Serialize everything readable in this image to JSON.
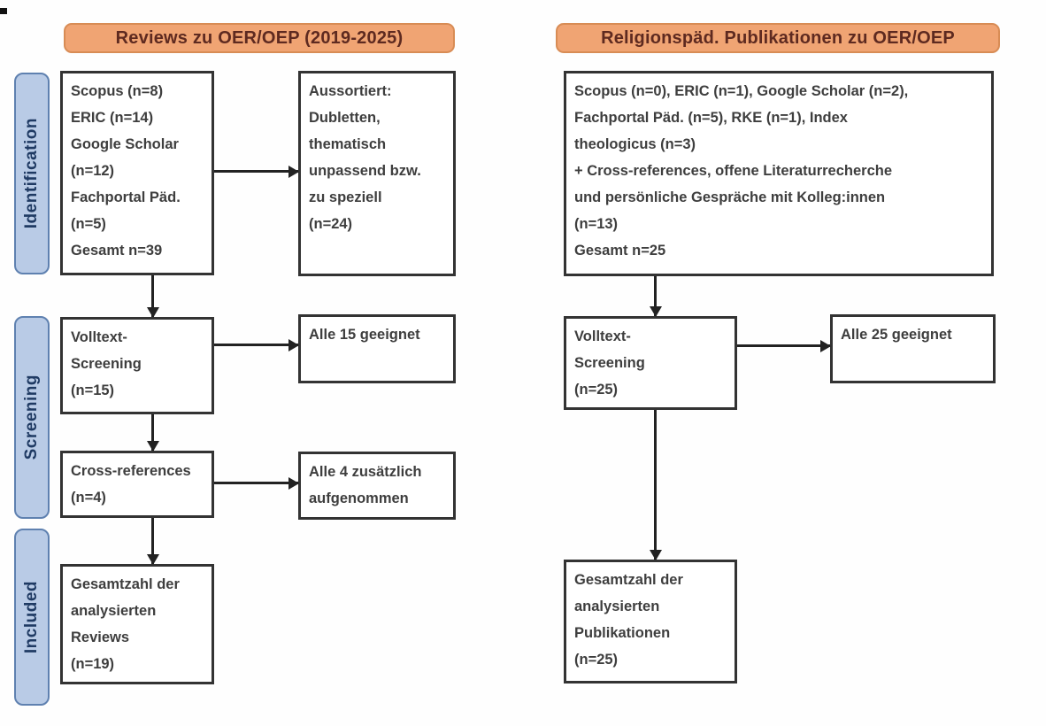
{
  "figure": {
    "type": "flow-diagram",
    "columns": [
      {
        "header": "Reviews zu OER/OEP (2019-2025)",
        "boxes": {
          "sources": "Scopus (n=8)\nERIC (n=14)\nGoogle Scholar\n(n=12)\nFachportal Päd.\n(n=5)\nGesamt n=39",
          "excluded": "Aussortiert:\nDubletten,\nthematisch\nunpassend bzw.\nzu speziell\n(n=24)",
          "fulltext_screening": "Volltext-\nScreening\n(n=15)",
          "fulltext_result": "Alle 15 geeignet",
          "cross_references": "Cross-references\n(n=4)",
          "cross_references_result": "Alle 4 zusätzlich\naufgenommen",
          "included_total": "Gesamtzahl der\nanalysierten\nReviews\n(n=19)"
        }
      },
      {
        "header": "Religionspäd. Publikationen zu OER/OEP",
        "boxes": {
          "sources": "Scopus (n=0), ERIC (n=1), Google Scholar (n=2),\nFachportal Päd. (n=5), RKE (n=1), Index\ntheologicus (n=3)\n+ Cross-references, offene Literaturrecherche\nund persönliche Gespräche mit Kolleg:innen\n(n=13)\nGesamt n=25",
          "fulltext_screening": "Volltext-\nScreening\n(n=25)",
          "fulltext_result": "Alle 25 geeignet",
          "included_total": "Gesamtzahl der\nanalysierten\nPublikationen\n(n=25)"
        }
      }
    ],
    "stages": [
      {
        "label": "Identification"
      },
      {
        "label": "Screening"
      },
      {
        "label": "Included"
      }
    ],
    "colors": {
      "header_fill": "#F0A473",
      "header_border": "#D88C55",
      "header_text": "#5E2A20",
      "stage_fill": "#B9CBE6",
      "stage_border": "#5F81B0",
      "stage_text": "#1F3A63",
      "box_border": "#333333",
      "box_text": "#3E3E3E",
      "arrow": "#222222"
    }
  }
}
